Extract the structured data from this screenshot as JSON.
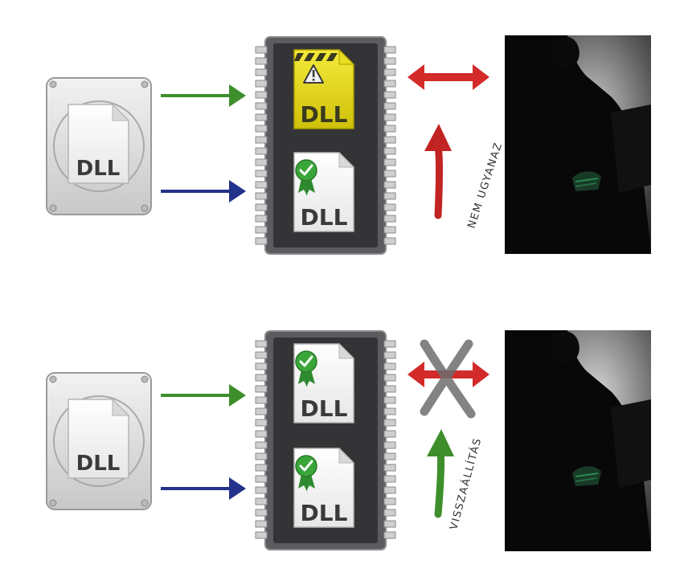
{
  "labels": {
    "dll": "DLL",
    "not_same": "NEM UGYANAZ",
    "restore": "VISSZAÁLLÍTÁS"
  },
  "colors": {
    "green_arrow": "#3e8f2c",
    "blue_arrow": "#23328a",
    "red_arrow": "#d32a2a",
    "chip_body": "#3a3a3c",
    "chip_frame": "#5a5a5e",
    "warning_yellow": "#e3d40a",
    "badge_green": "#3aa63a",
    "hacker_glow": "#2fbf6f"
  },
  "icons": {
    "hard_drive": "hard-drive-icon",
    "dll_file": "dll-file-icon",
    "warning": "warning-icon",
    "verified": "verified-badge-icon",
    "hacker": "hacker-silhouette"
  }
}
